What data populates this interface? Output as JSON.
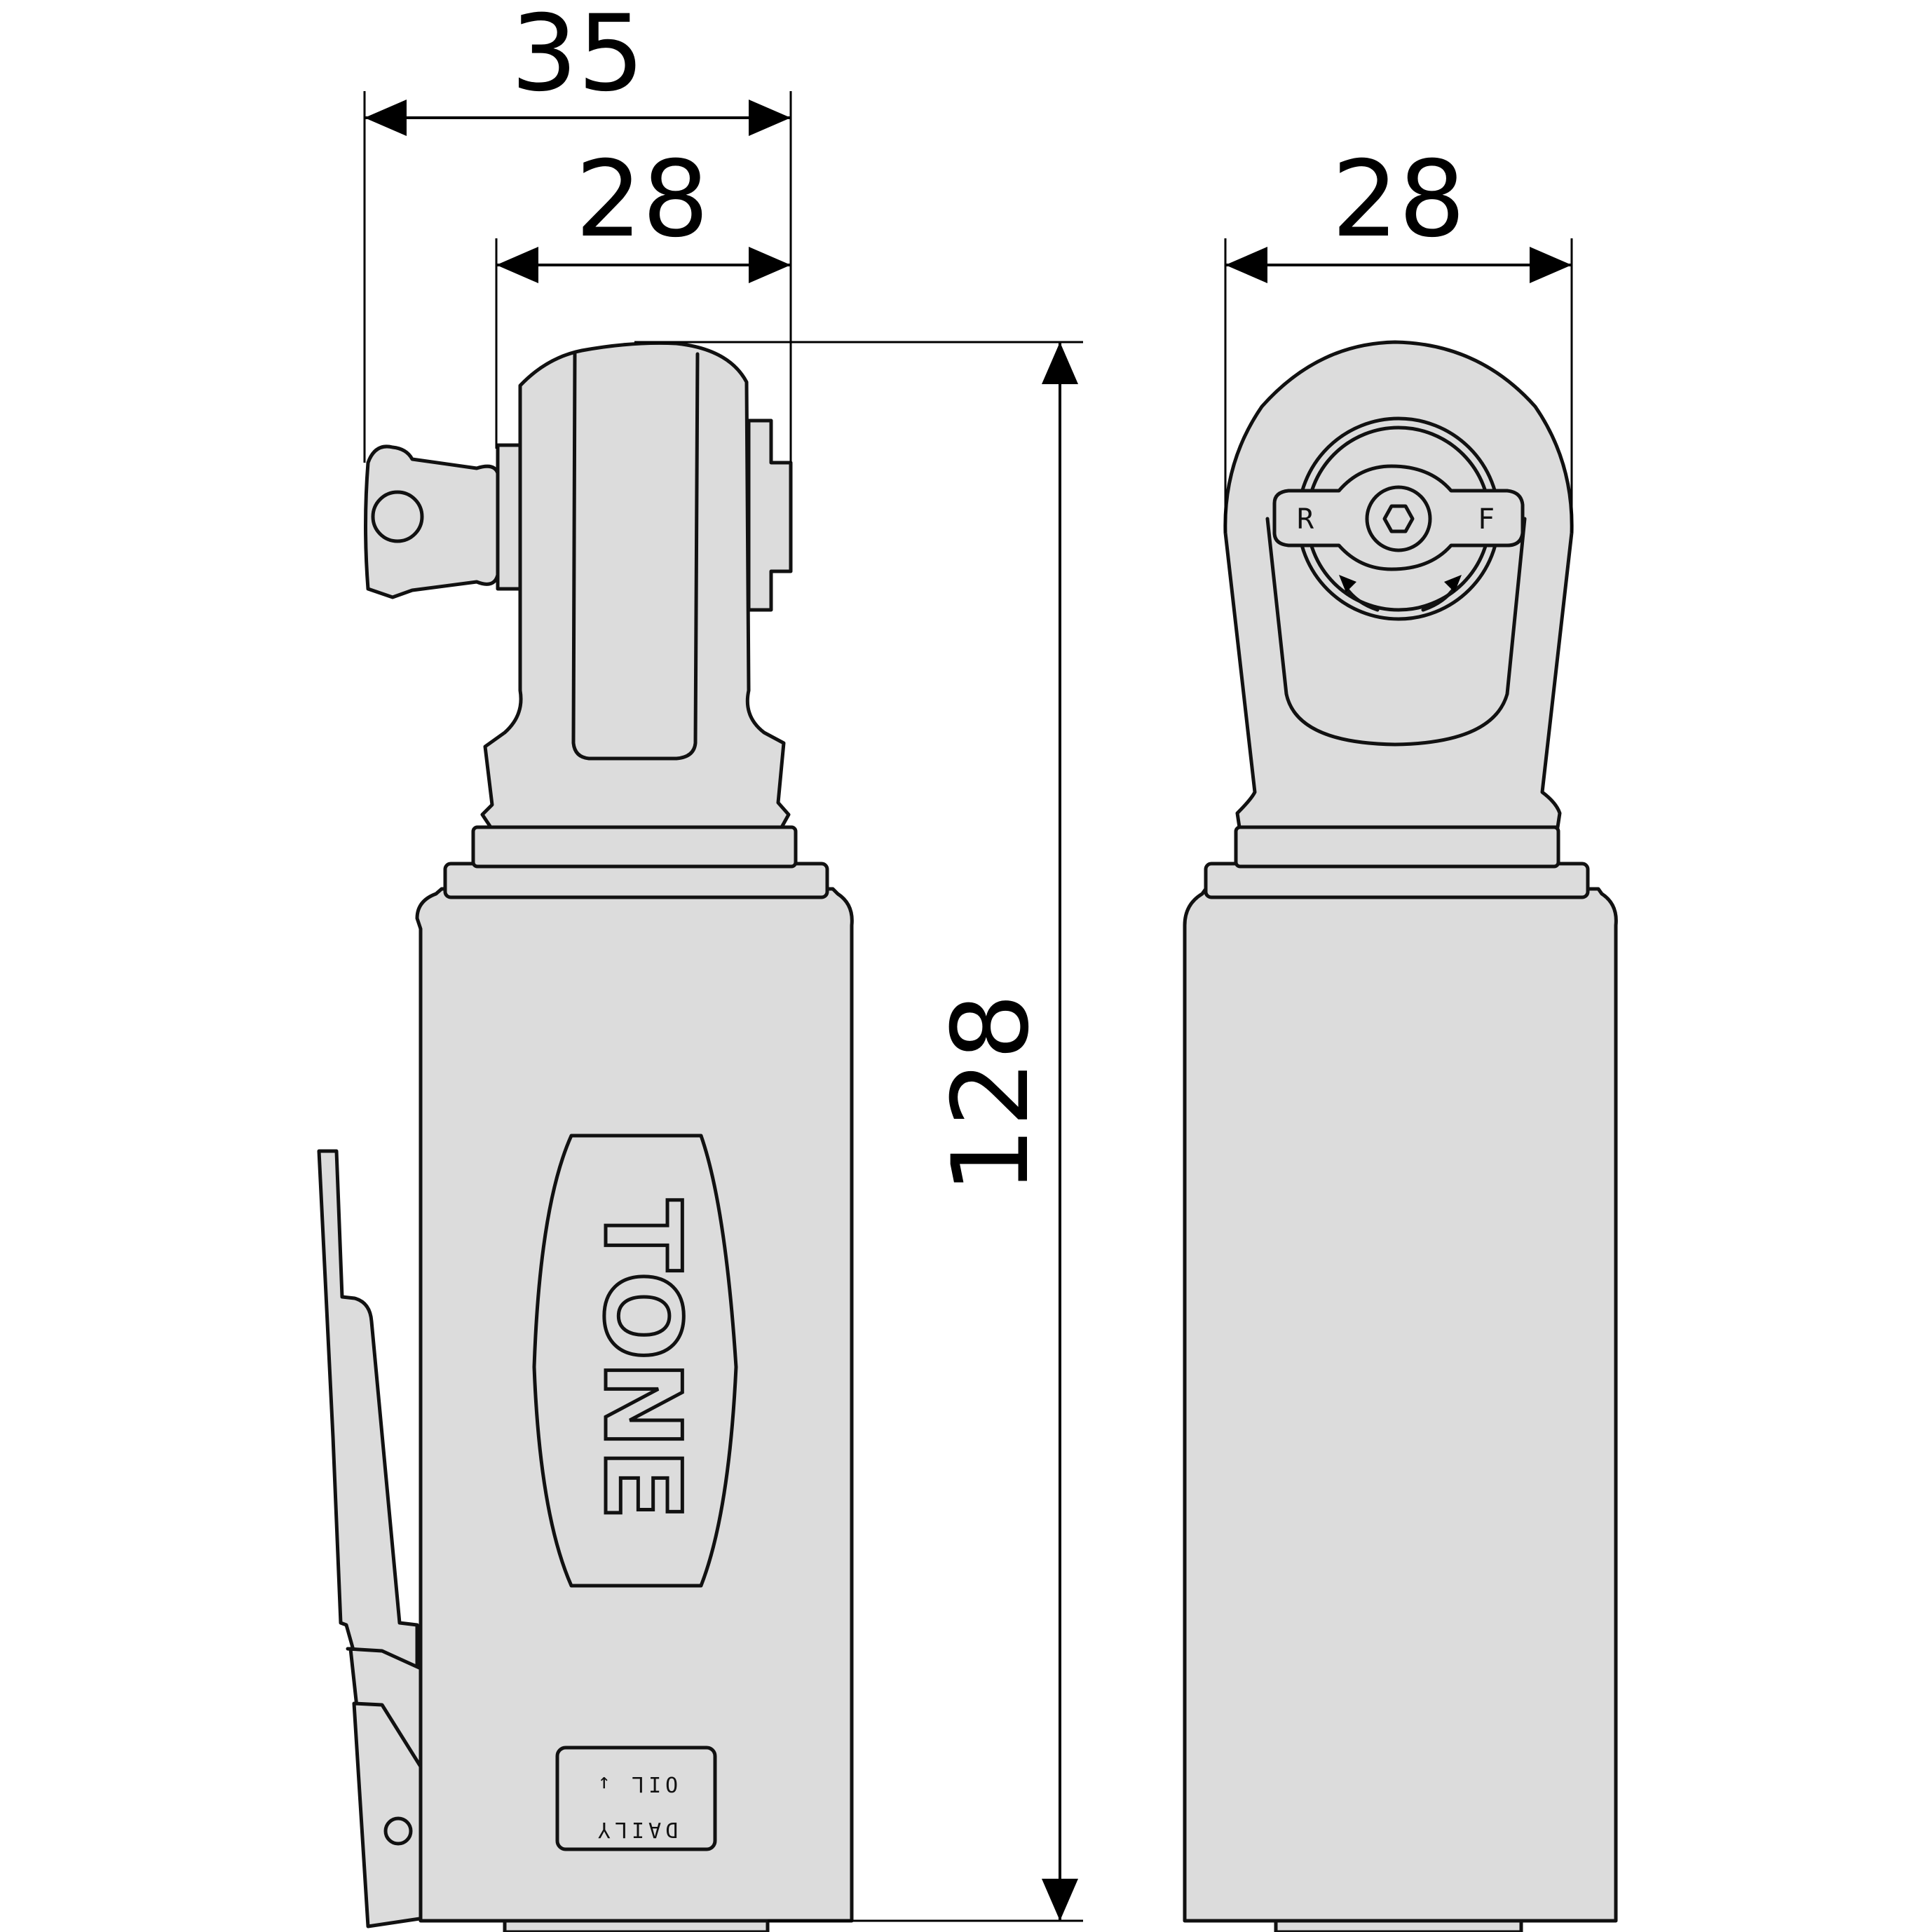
{
  "dimensions": {
    "side_overall_width": "35",
    "side_head_width": "28",
    "front_head_width": "28",
    "overall_length": "128"
  },
  "labels": {
    "brand": "TONE",
    "plate_line_1": "OIL ↓",
    "plate_line_2": "DAILY",
    "direction_reverse": "R",
    "direction_forward": "F"
  },
  "colors": {
    "body": "#dcdcdc",
    "outline": "#111111"
  }
}
